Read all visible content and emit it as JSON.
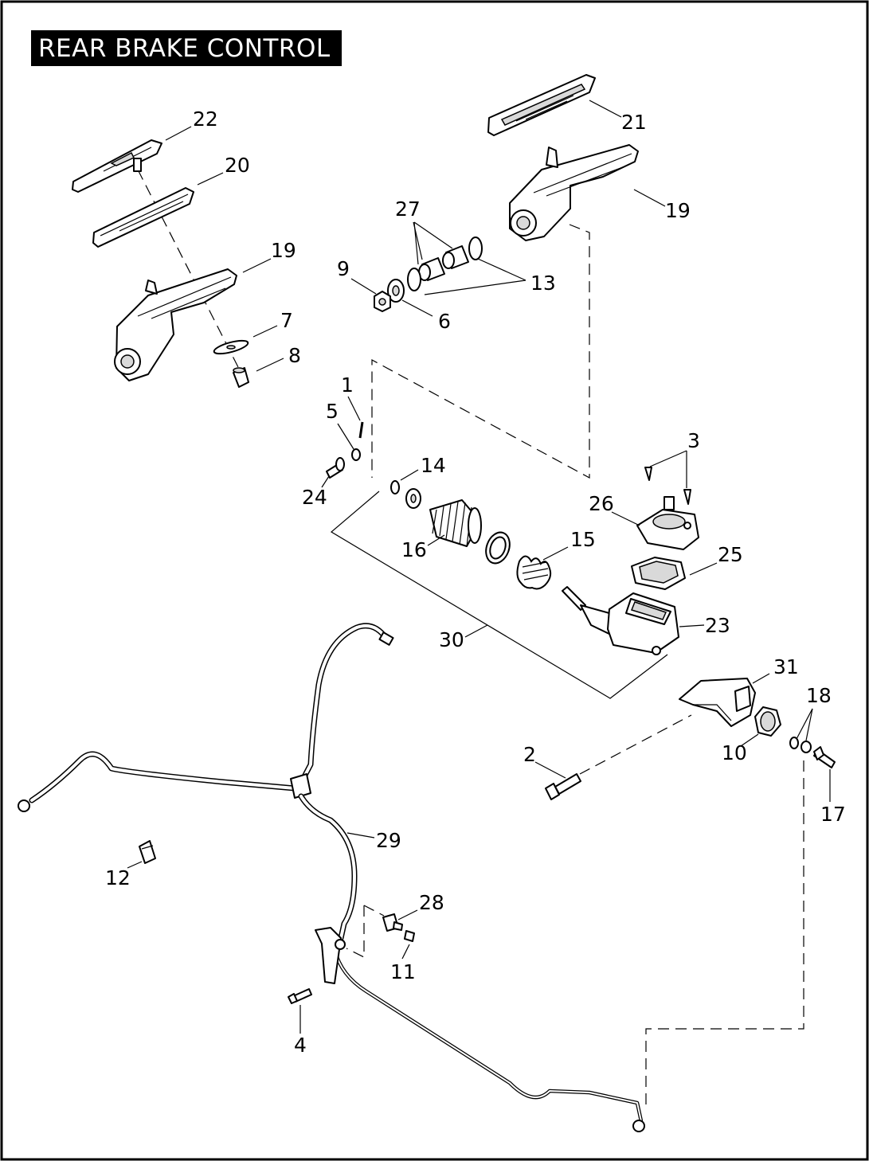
{
  "title": "REAR BRAKE CONTROL",
  "callouts": [
    {
      "id": "c22",
      "label": "22"
    },
    {
      "id": "c20",
      "label": "20"
    },
    {
      "id": "c19a",
      "label": "19"
    },
    {
      "id": "c7",
      "label": "7"
    },
    {
      "id": "c8",
      "label": "8"
    },
    {
      "id": "c21",
      "label": "21"
    },
    {
      "id": "c19b",
      "label": "19"
    },
    {
      "id": "c27",
      "label": "27"
    },
    {
      "id": "c9",
      "label": "9"
    },
    {
      "id": "c13",
      "label": "13"
    },
    {
      "id": "c6",
      "label": "6"
    },
    {
      "id": "c1",
      "label": "1"
    },
    {
      "id": "c5",
      "label": "5"
    },
    {
      "id": "c14",
      "label": "14"
    },
    {
      "id": "c24",
      "label": "24"
    },
    {
      "id": "c3",
      "label": "3"
    },
    {
      "id": "c26",
      "label": "26"
    },
    {
      "id": "c15",
      "label": "15"
    },
    {
      "id": "c16",
      "label": "16"
    },
    {
      "id": "c25",
      "label": "25"
    },
    {
      "id": "c23",
      "label": "23"
    },
    {
      "id": "c30",
      "label": "30"
    },
    {
      "id": "c31",
      "label": "31"
    },
    {
      "id": "c18",
      "label": "18"
    },
    {
      "id": "c2",
      "label": "2"
    },
    {
      "id": "c10",
      "label": "10"
    },
    {
      "id": "c17",
      "label": "17"
    },
    {
      "id": "c29",
      "label": "29"
    },
    {
      "id": "c12",
      "label": "12"
    },
    {
      "id": "c28",
      "label": "28"
    },
    {
      "id": "c11",
      "label": "11"
    },
    {
      "id": "c4",
      "label": "4"
    }
  ]
}
